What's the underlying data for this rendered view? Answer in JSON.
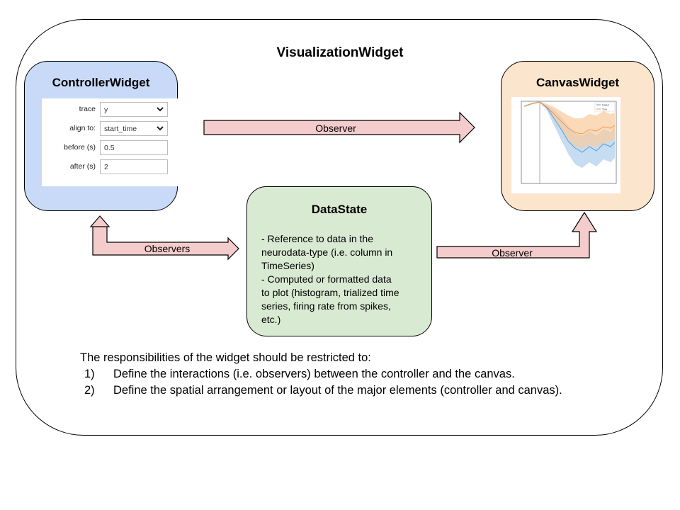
{
  "title": "VisualizationWidget",
  "controller": {
    "title": "ControllerWidget",
    "fields": [
      {
        "label": "trace",
        "value": "y",
        "type": "dropdown"
      },
      {
        "label": "align to:",
        "value": "start_time",
        "type": "dropdown"
      },
      {
        "label": "before (s)",
        "value": "0.5",
        "type": "text"
      },
      {
        "label": "after (s)",
        "value": "2",
        "type": "text"
      }
    ]
  },
  "canvas": {
    "title": "CanvasWidget",
    "plot": {
      "legend": [
        "Failed",
        "True"
      ],
      "colors": {
        "blue": "#5b9bd5",
        "orange": "#ed9b4f"
      }
    }
  },
  "datastate": {
    "title": "DataState",
    "lines": [
      "- Reference to data in the",
      "neurodata-type (i.e. column in",
      "TimeSeries)",
      "- Computed or formatted data",
      "to plot (histogram, trialized time",
      "series, firing rate from spikes,",
      "etc.)"
    ]
  },
  "arrows": {
    "top": "Observer",
    "left": "Observers",
    "right": "Observer"
  },
  "colors": {
    "arrow_fill": "#f4cccc",
    "controller_fill": "#c9daf8",
    "canvas_fill": "#fce5cd",
    "datastate_fill": "#d9ead3"
  },
  "explanation": {
    "lead": "The responsibilities of the widget should be restricted to:",
    "items": [
      {
        "num": "1)",
        "text": "Define the interactions (i.e. observers) between the controller and the canvas."
      },
      {
        "num": "2)",
        "text": "Define the spatial arrangement or layout of the major elements (controller and canvas)."
      }
    ]
  }
}
